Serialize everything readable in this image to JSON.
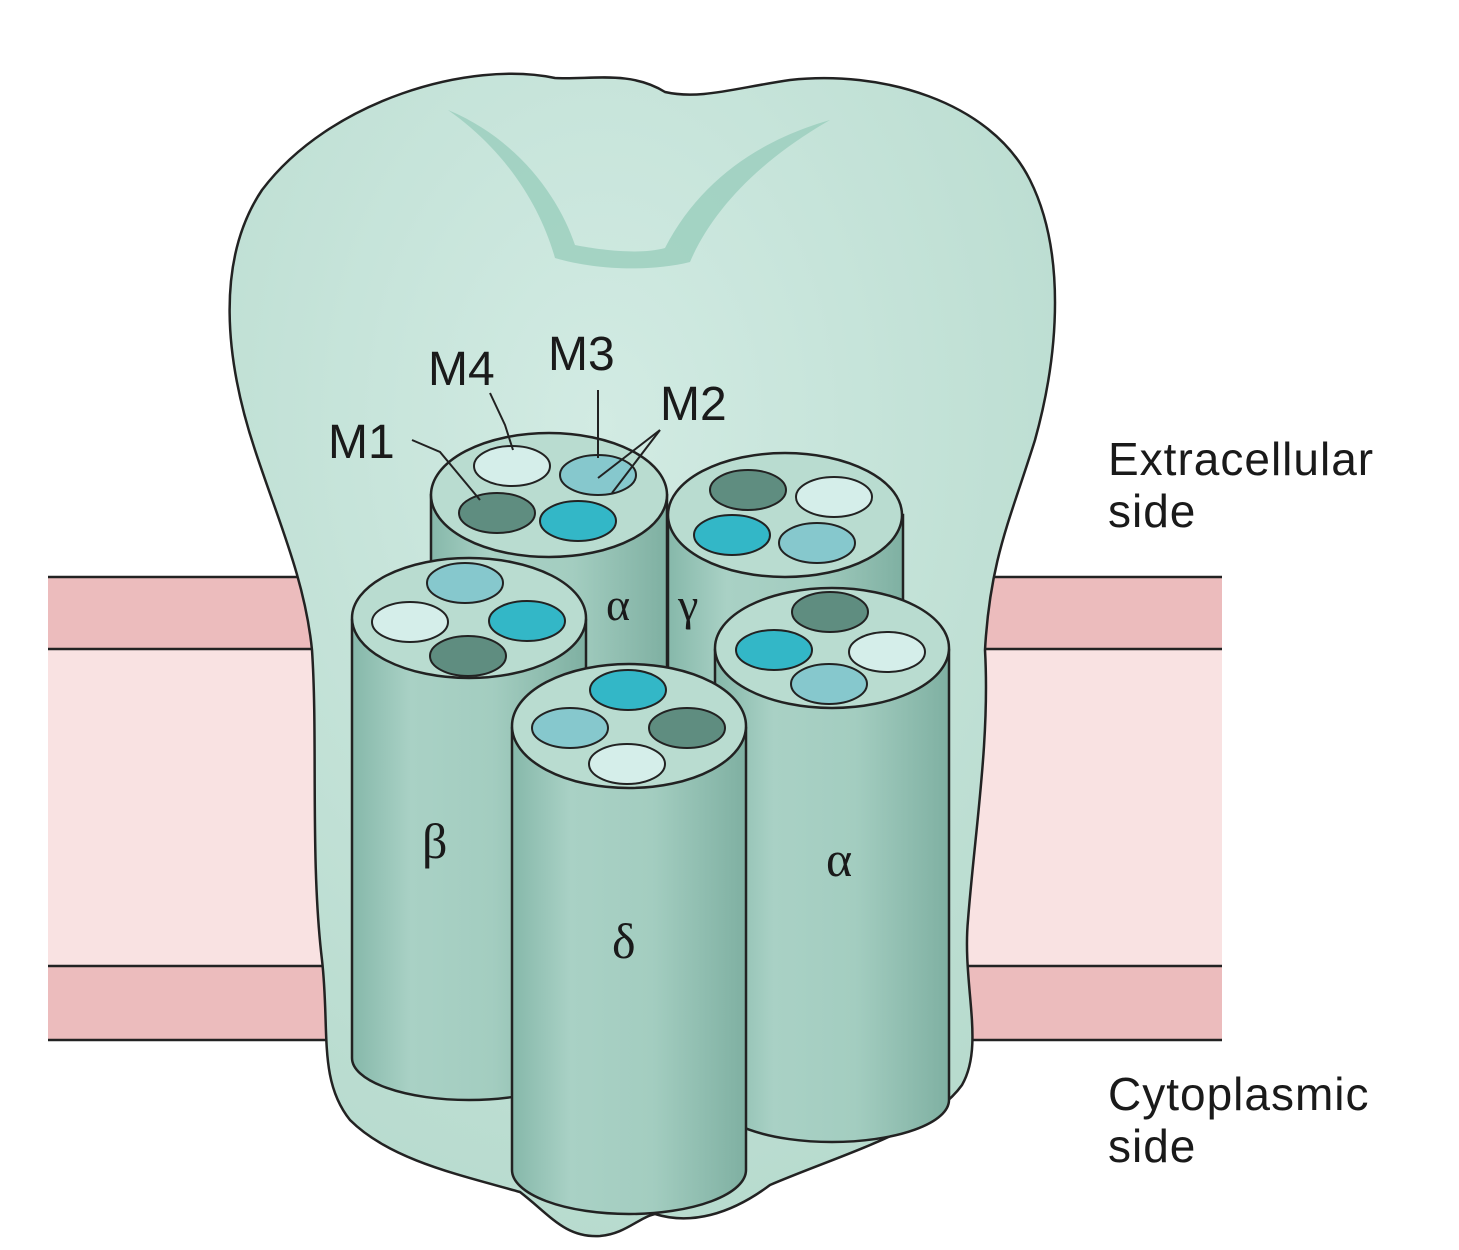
{
  "labels": {
    "helices": {
      "m1": "M1",
      "m2": "M2",
      "m3": "M3",
      "m4": "M4"
    },
    "subunits": {
      "alpha_back": "α",
      "gamma": "γ",
      "beta": "β",
      "delta": "δ",
      "alpha_front": "α"
    },
    "sides": {
      "extracellular_line1": "Extracellular",
      "extracellular_line2": "side",
      "cytoplasmic_line1": "Cytoplasmic",
      "cytoplasmic_line2": "side"
    }
  },
  "colors": {
    "membrane_outer": "#ecbcbd",
    "membrane_inner": "#f9e2e2",
    "protein": "#bfe0d4",
    "cylinder": "#9fcabd",
    "m1_dark": "#5f8d80",
    "m2_cyan": "#33b7c7",
    "m3_teal": "#86c8cd",
    "m4_pale": "#d5eeea"
  }
}
